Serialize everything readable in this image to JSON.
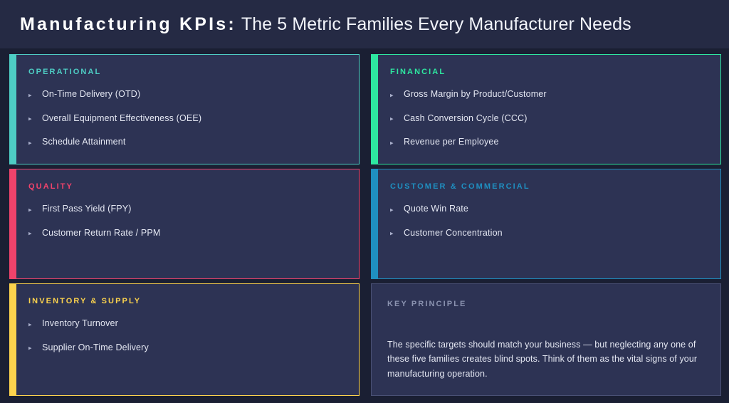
{
  "header": {
    "title_strong": "Manufacturing KPIs:",
    "title_rest": "The 5 Metric Families Every Manufacturer Needs"
  },
  "theme": {
    "page_bg": "#1a1f33",
    "header_bg": "#252a44",
    "card_bg": "#2d3354",
    "card_border": "#3b4168",
    "text": "#e4e7f2",
    "muted": "#8b93b0",
    "bullet": "#aab0cc"
  },
  "bullet_glyph": "▸",
  "cards": [
    {
      "id": "operational",
      "label": "OPERATIONAL",
      "accent": "#4ecdc4",
      "items": [
        "On-Time Delivery (OTD)",
        "Overall Equipment Effectiveness (OEE)",
        "Schedule Attainment"
      ]
    },
    {
      "id": "financial",
      "label": "FINANCIAL",
      "accent": "#2ee6a0",
      "items": [
        "Gross Margin by Product/Customer",
        "Cash Conversion Cycle (CCC)",
        "Revenue per Employee"
      ]
    },
    {
      "id": "quality",
      "label": "QUALITY",
      "accent": "#f0436b",
      "items": [
        "First Pass Yield (FPY)",
        "Customer Return Rate / PPM"
      ]
    },
    {
      "id": "customer-commercial",
      "label": "CUSTOMER & COMMERCIAL",
      "accent": "#1f8fc0",
      "items": [
        "Quote Win Rate",
        "Customer Concentration"
      ]
    },
    {
      "id": "inventory-supply",
      "label": "INVENTORY & SUPPLY",
      "accent": "#fcd34d",
      "items": [
        "Inventory Turnover",
        "Supplier On-Time Delivery"
      ]
    }
  ],
  "key_principle": {
    "label": "KEY PRINCIPLE",
    "body": "The specific targets should match your business — but neglecting any one of these five families creates blind spots. Think of them as the vital signs of your manufacturing operation."
  }
}
